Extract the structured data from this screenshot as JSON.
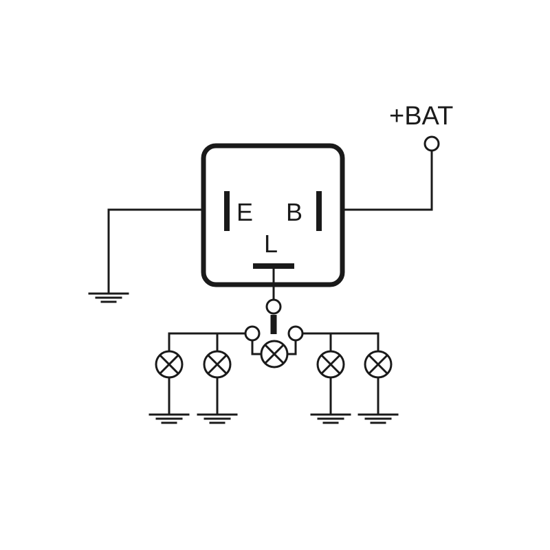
{
  "labels": {
    "bat": "+BAT",
    "e": "E",
    "b": "B",
    "l": "L"
  },
  "colors": {
    "line": "#1a1a1a",
    "background": "#ffffff"
  }
}
